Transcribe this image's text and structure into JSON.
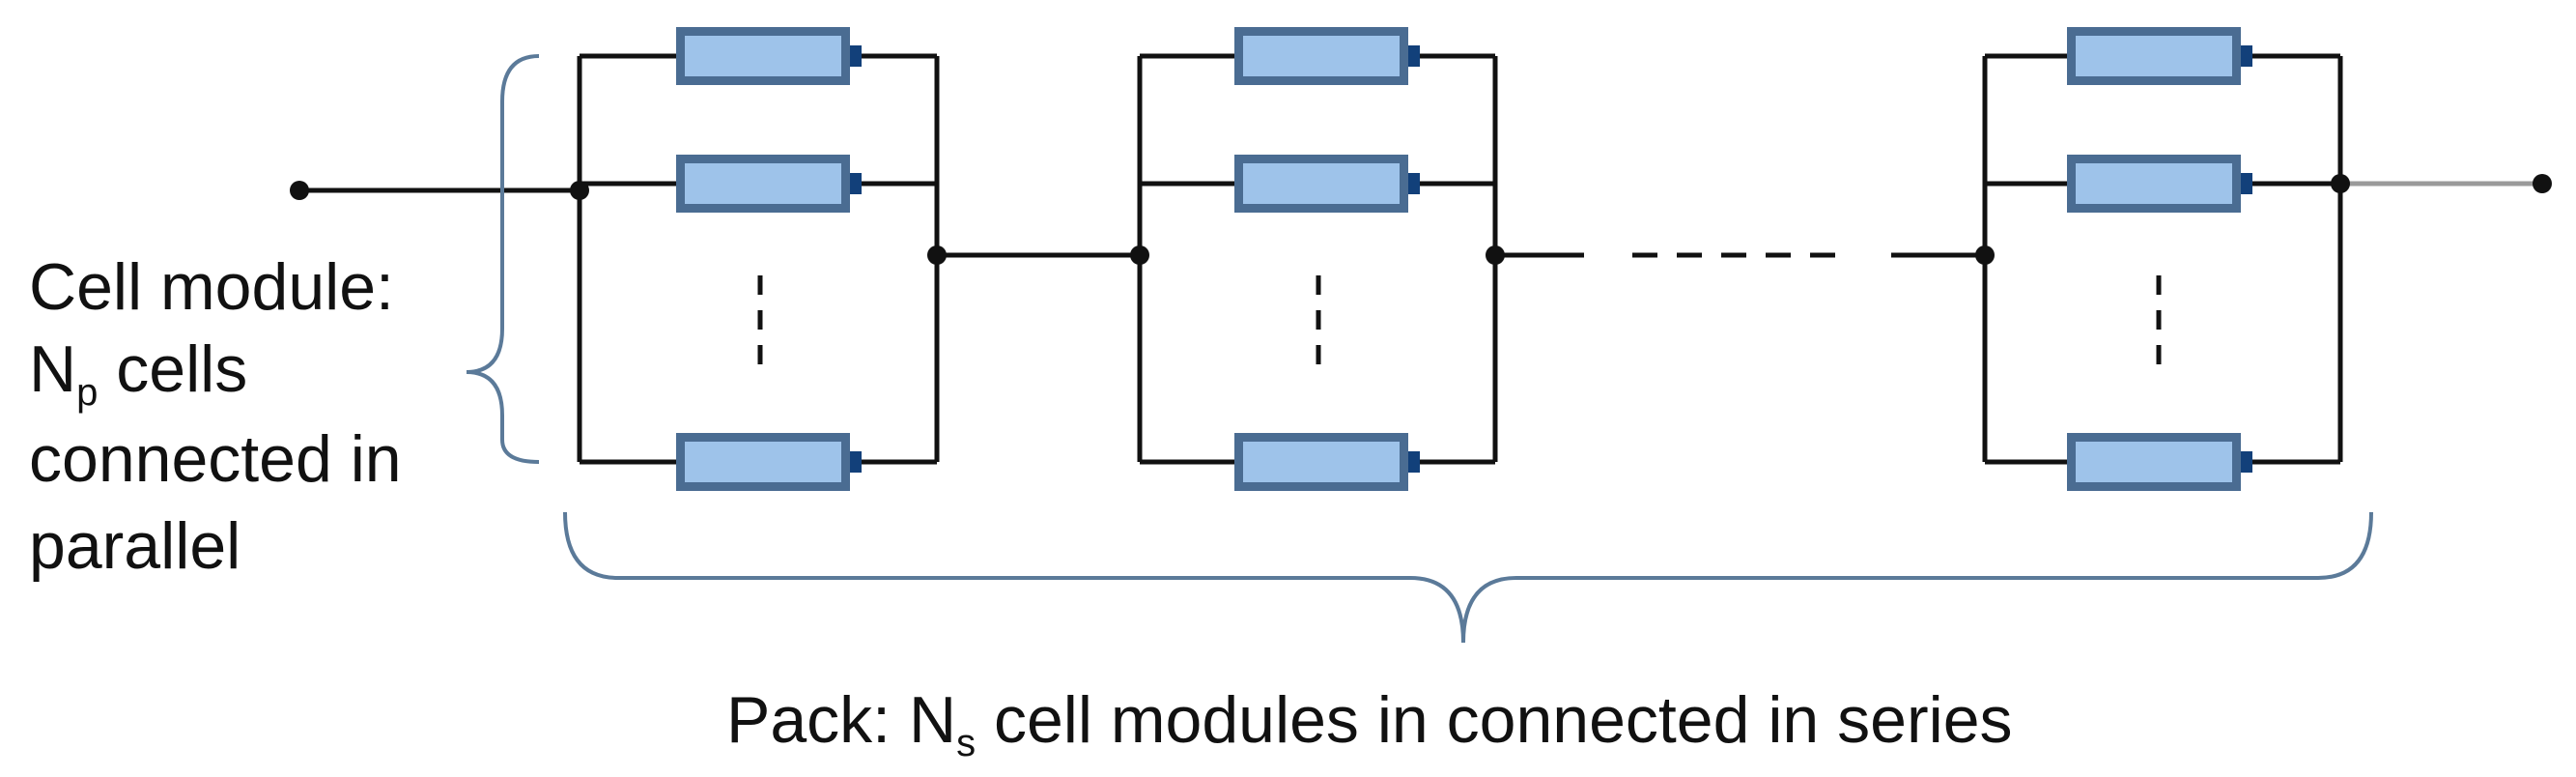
{
  "module_label": {
    "line1": "Cell module:",
    "line2_main": "N",
    "line2_sub": "p",
    "line2_rest": " cells",
    "line3": "connected in",
    "line4": "parallel"
  },
  "pack_label": {
    "main": "Pack: N",
    "sub": "s",
    "rest": " cell modules in connected in series"
  },
  "colors": {
    "cell_fill": "#9ec3ea",
    "cell_border": "#4a6c92",
    "terminal": "#12407a",
    "brace": "#5b7a99",
    "wire": "#111111"
  }
}
